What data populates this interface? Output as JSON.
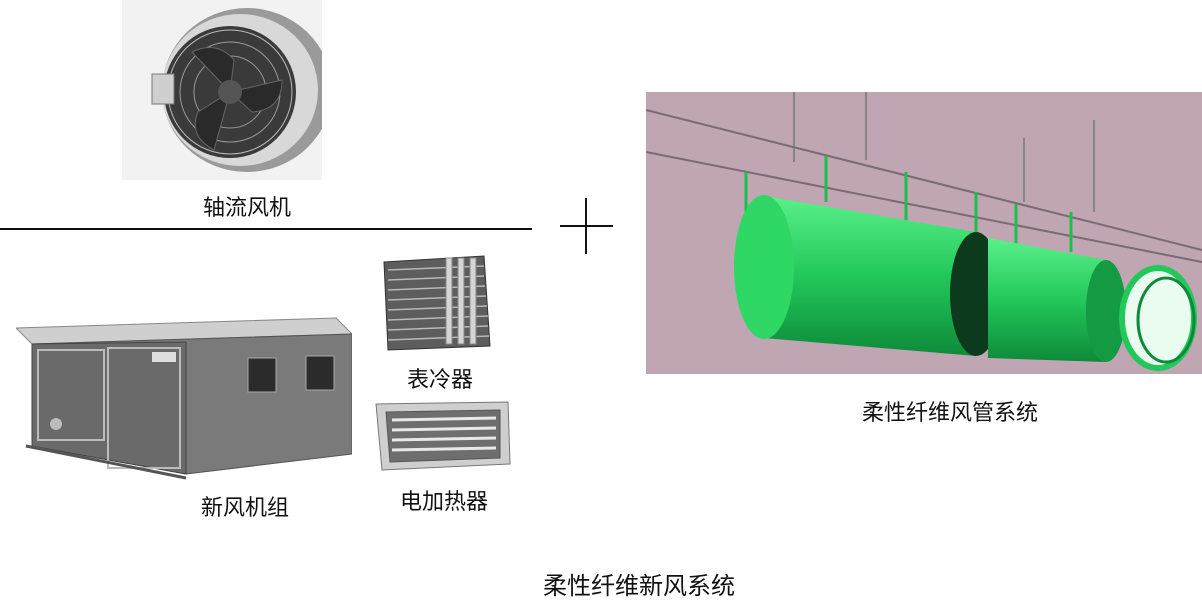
{
  "captions": {
    "axial_fan": "轴流风机",
    "fresh_air_unit": "新风机组",
    "surface_cooler": "表冷器",
    "electric_heater": "电加热器",
    "fabric_duct_system": "柔性纤维风管系统",
    "main_title": "柔性纤维新风系统"
  }
}
